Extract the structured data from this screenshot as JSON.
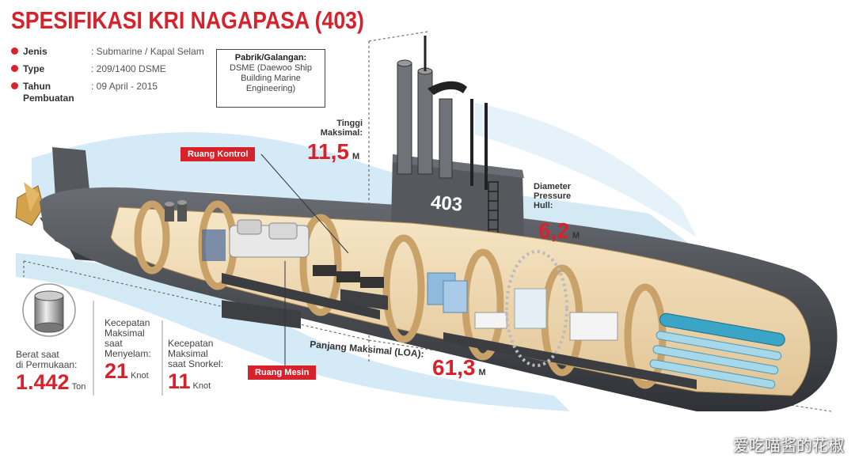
{
  "title": "SPESIFIKASI KRI NAGAPASA (403)",
  "specs": [
    {
      "label": "Jenis",
      "value": ": Submarine / Kapal Selam"
    },
    {
      "label": "Type",
      "value": ": 209/1400 DSME"
    },
    {
      "label": "Tahun",
      "label2": "Pembuatan",
      "value": ": 09 April - 2015"
    }
  ],
  "factory": {
    "heading": "Pabrik/Galangan:",
    "lines": [
      "DSME (Daewoo Ship",
      "Building Marine",
      "Engineering)"
    ]
  },
  "hull_number": "403",
  "tags": {
    "control_room": "Ruang Kontrol",
    "engine_room": "Ruang Mesin"
  },
  "max_height": {
    "label_1": "Tinggi",
    "label_2": "Maksimal:",
    "value": "11,5",
    "unit": "M"
  },
  "diameter": {
    "label_1": "Diameter",
    "label_2": "Pressure",
    "label_3": "Hull:",
    "value": "6,2",
    "unit": "M"
  },
  "length": {
    "label": "Panjang Maksimal (LOA):",
    "value": "61,3",
    "unit": "M"
  },
  "stats": [
    {
      "label_lines": [
        "Berat saat",
        "di Permukaan:"
      ],
      "value": "1.442",
      "unit": "Ton"
    },
    {
      "label_lines": [
        "Kecepatan",
        "Maksimal",
        "saat",
        "Menyelam:"
      ],
      "value": "21",
      "unit": "Knot"
    },
    {
      "label_lines": [
        "Kecepatan",
        "Maksimal",
        "saat Snorkel:"
      ],
      "value": "11",
      "unit": "Knot"
    }
  ],
  "watermark": "爱吃喵酱的花椒",
  "colors": {
    "accent": "#d7222b",
    "hull": "#4a4d52",
    "interior": "#f2dcb8",
    "water": "#cfe8f5"
  }
}
